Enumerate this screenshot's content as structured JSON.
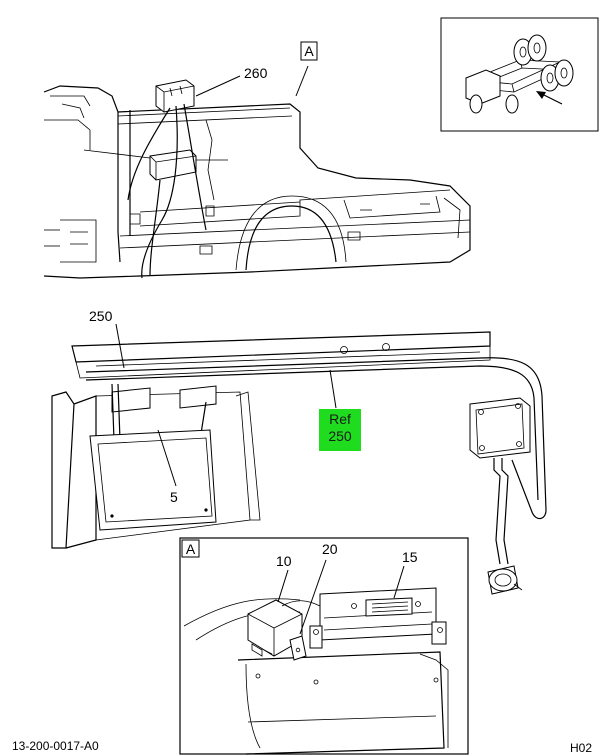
{
  "callouts": {
    "view_a_top": "A",
    "view_a_detail": "A",
    "c260": "260",
    "c250": "250",
    "c5": "5",
    "c10": "10",
    "c20": "20",
    "c15": "15"
  },
  "ref_badge": {
    "line1": "Ref",
    "line2": "250",
    "color": "#1fdc1f"
  },
  "footer": {
    "part_number": "13-200-0017-A0",
    "code": "H02"
  }
}
